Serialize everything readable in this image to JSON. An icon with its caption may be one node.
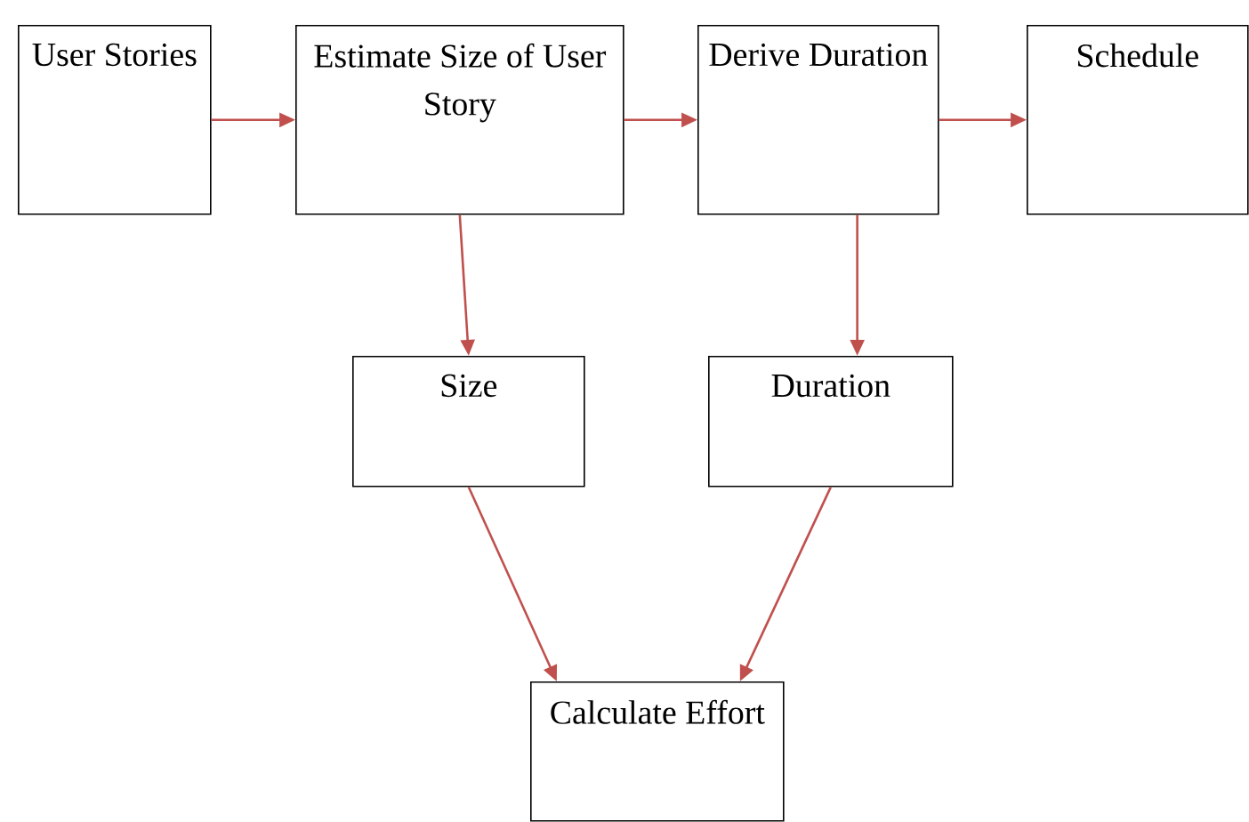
{
  "diagram": {
    "nodes": [
      {
        "text": [
          "User Stories"
        ]
      },
      {
        "text": [
          "Estimate Size of User Story"
        ]
      },
      {
        "text": [
          "Derive Duration"
        ]
      },
      {
        "text": [
          "Schedule"
        ]
      },
      {
        "text": [
          "Size"
        ]
      },
      {
        "text": [
          "Duration"
        ]
      },
      {
        "text": [
          "Calculate Effort"
        ]
      }
    ],
    "edges": [
      {
        "from": 0,
        "to": 1,
        "arrow": "to"
      },
      {
        "from": 1,
        "to": 2,
        "arrow": "to"
      },
      {
        "from": 2,
        "to": 3,
        "arrow": "to"
      },
      {
        "from": 1,
        "to": 4,
        "arrow": "to"
      },
      {
        "from": 2,
        "to": 5,
        "arrow": "to"
      },
      {
        "from": 4,
        "to": 6,
        "arrow": "to"
      },
      {
        "from": 5,
        "to": 6,
        "arrow": "to"
      }
    ]
  }
}
